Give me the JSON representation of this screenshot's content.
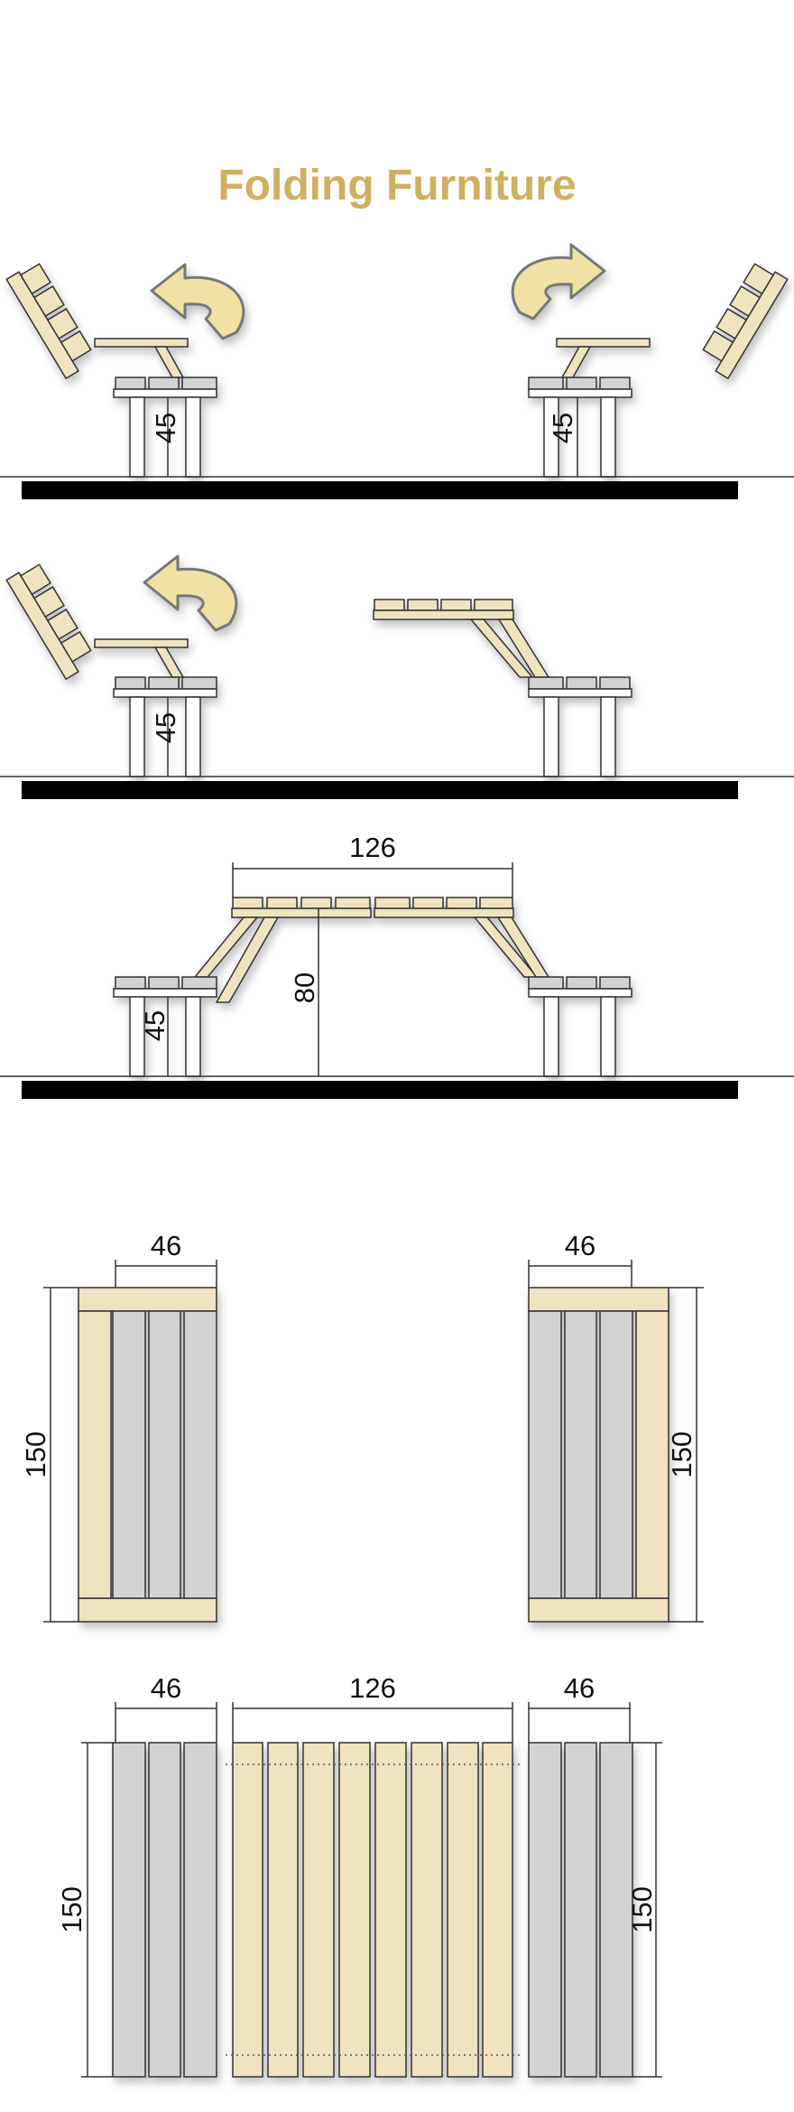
{
  "title": "Folding Furniture",
  "colors": {
    "wood": "#f0e3c0",
    "slat_grey": "#d3d3d3",
    "arrow": "#f0e1a4",
    "title": "#d0b060",
    "ground": "#000000"
  },
  "icons": [
    "curved-arrow-left-icon",
    "curved-arrow-right-icon"
  ],
  "dimensions": {
    "seat_height": "45",
    "table_height": "80",
    "table_length": "126",
    "bench_width": "46",
    "bench_length": "150"
  }
}
